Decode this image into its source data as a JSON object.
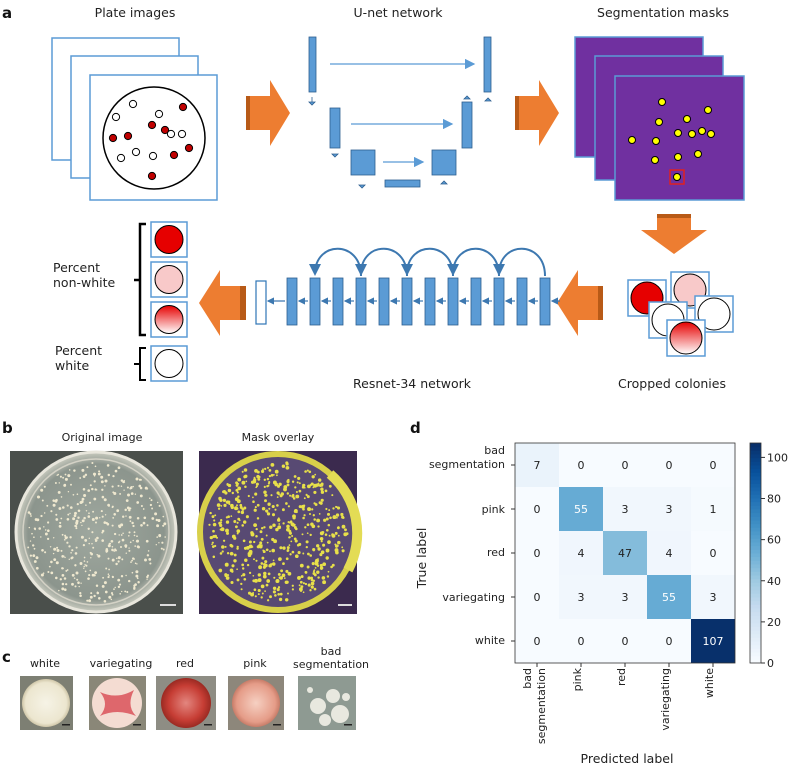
{
  "panel_a": {
    "label": "a",
    "plate_images_title": "Plate images",
    "unet_title": "U-net network",
    "masks_title": "Segmentation masks",
    "cropped_title": "Cropped colonies",
    "resnet_title": "Resnet-34 network",
    "percent_nonwhite_line1": "Percent",
    "percent_nonwhite_line2": "non-white",
    "percent_white_line1": "Percent",
    "percent_white_line2": "white"
  },
  "panel_b": {
    "label": "b",
    "original_title": "Original image",
    "overlay_title": "Mask overlay"
  },
  "panel_c": {
    "label": "c",
    "items": [
      {
        "line1": "white",
        "line2": ""
      },
      {
        "line1": "variegating",
        "line2": ""
      },
      {
        "line1": "red",
        "line2": ""
      },
      {
        "line1": "pink",
        "line2": ""
      },
      {
        "line1": "bad",
        "line2": "segmentation"
      }
    ]
  },
  "panel_d": {
    "label": "d",
    "ylabel": "True label",
    "xlabel": "Predicted label",
    "row_labels": [
      {
        "line1": "bad",
        "line2": "segmentation"
      },
      {
        "line1": "pink",
        "line2": ""
      },
      {
        "line1": "red",
        "line2": ""
      },
      {
        "line1": "variegating",
        "line2": ""
      },
      {
        "line1": "white",
        "line2": ""
      }
    ],
    "col_labels": [
      {
        "line1": "bad",
        "line2": "segmentation"
      },
      {
        "line1": "pink",
        "line2": ""
      },
      {
        "line1": "red",
        "line2": ""
      },
      {
        "line1": "variegating",
        "line2": ""
      },
      {
        "line1": "white",
        "line2": ""
      }
    ],
    "colorbar_ticks": [
      "0",
      "20",
      "40",
      "60",
      "80",
      "100"
    ]
  },
  "chart_data": {
    "type": "heatmap",
    "title": "",
    "xlabel": "Predicted label",
    "ylabel": "True label",
    "categories_x": [
      "bad segmentation",
      "pink",
      "red",
      "variegating",
      "white"
    ],
    "categories_y": [
      "bad segmentation",
      "pink",
      "red",
      "variegating",
      "white"
    ],
    "values": [
      [
        7,
        0,
        0,
        0,
        0
      ],
      [
        0,
        55,
        3,
        3,
        1
      ],
      [
        0,
        4,
        47,
        4,
        0
      ],
      [
        0,
        3,
        3,
        55,
        3
      ],
      [
        0,
        0,
        0,
        0,
        107
      ]
    ],
    "colorbar_range": [
      0,
      107
    ],
    "colormap": "Blues"
  }
}
